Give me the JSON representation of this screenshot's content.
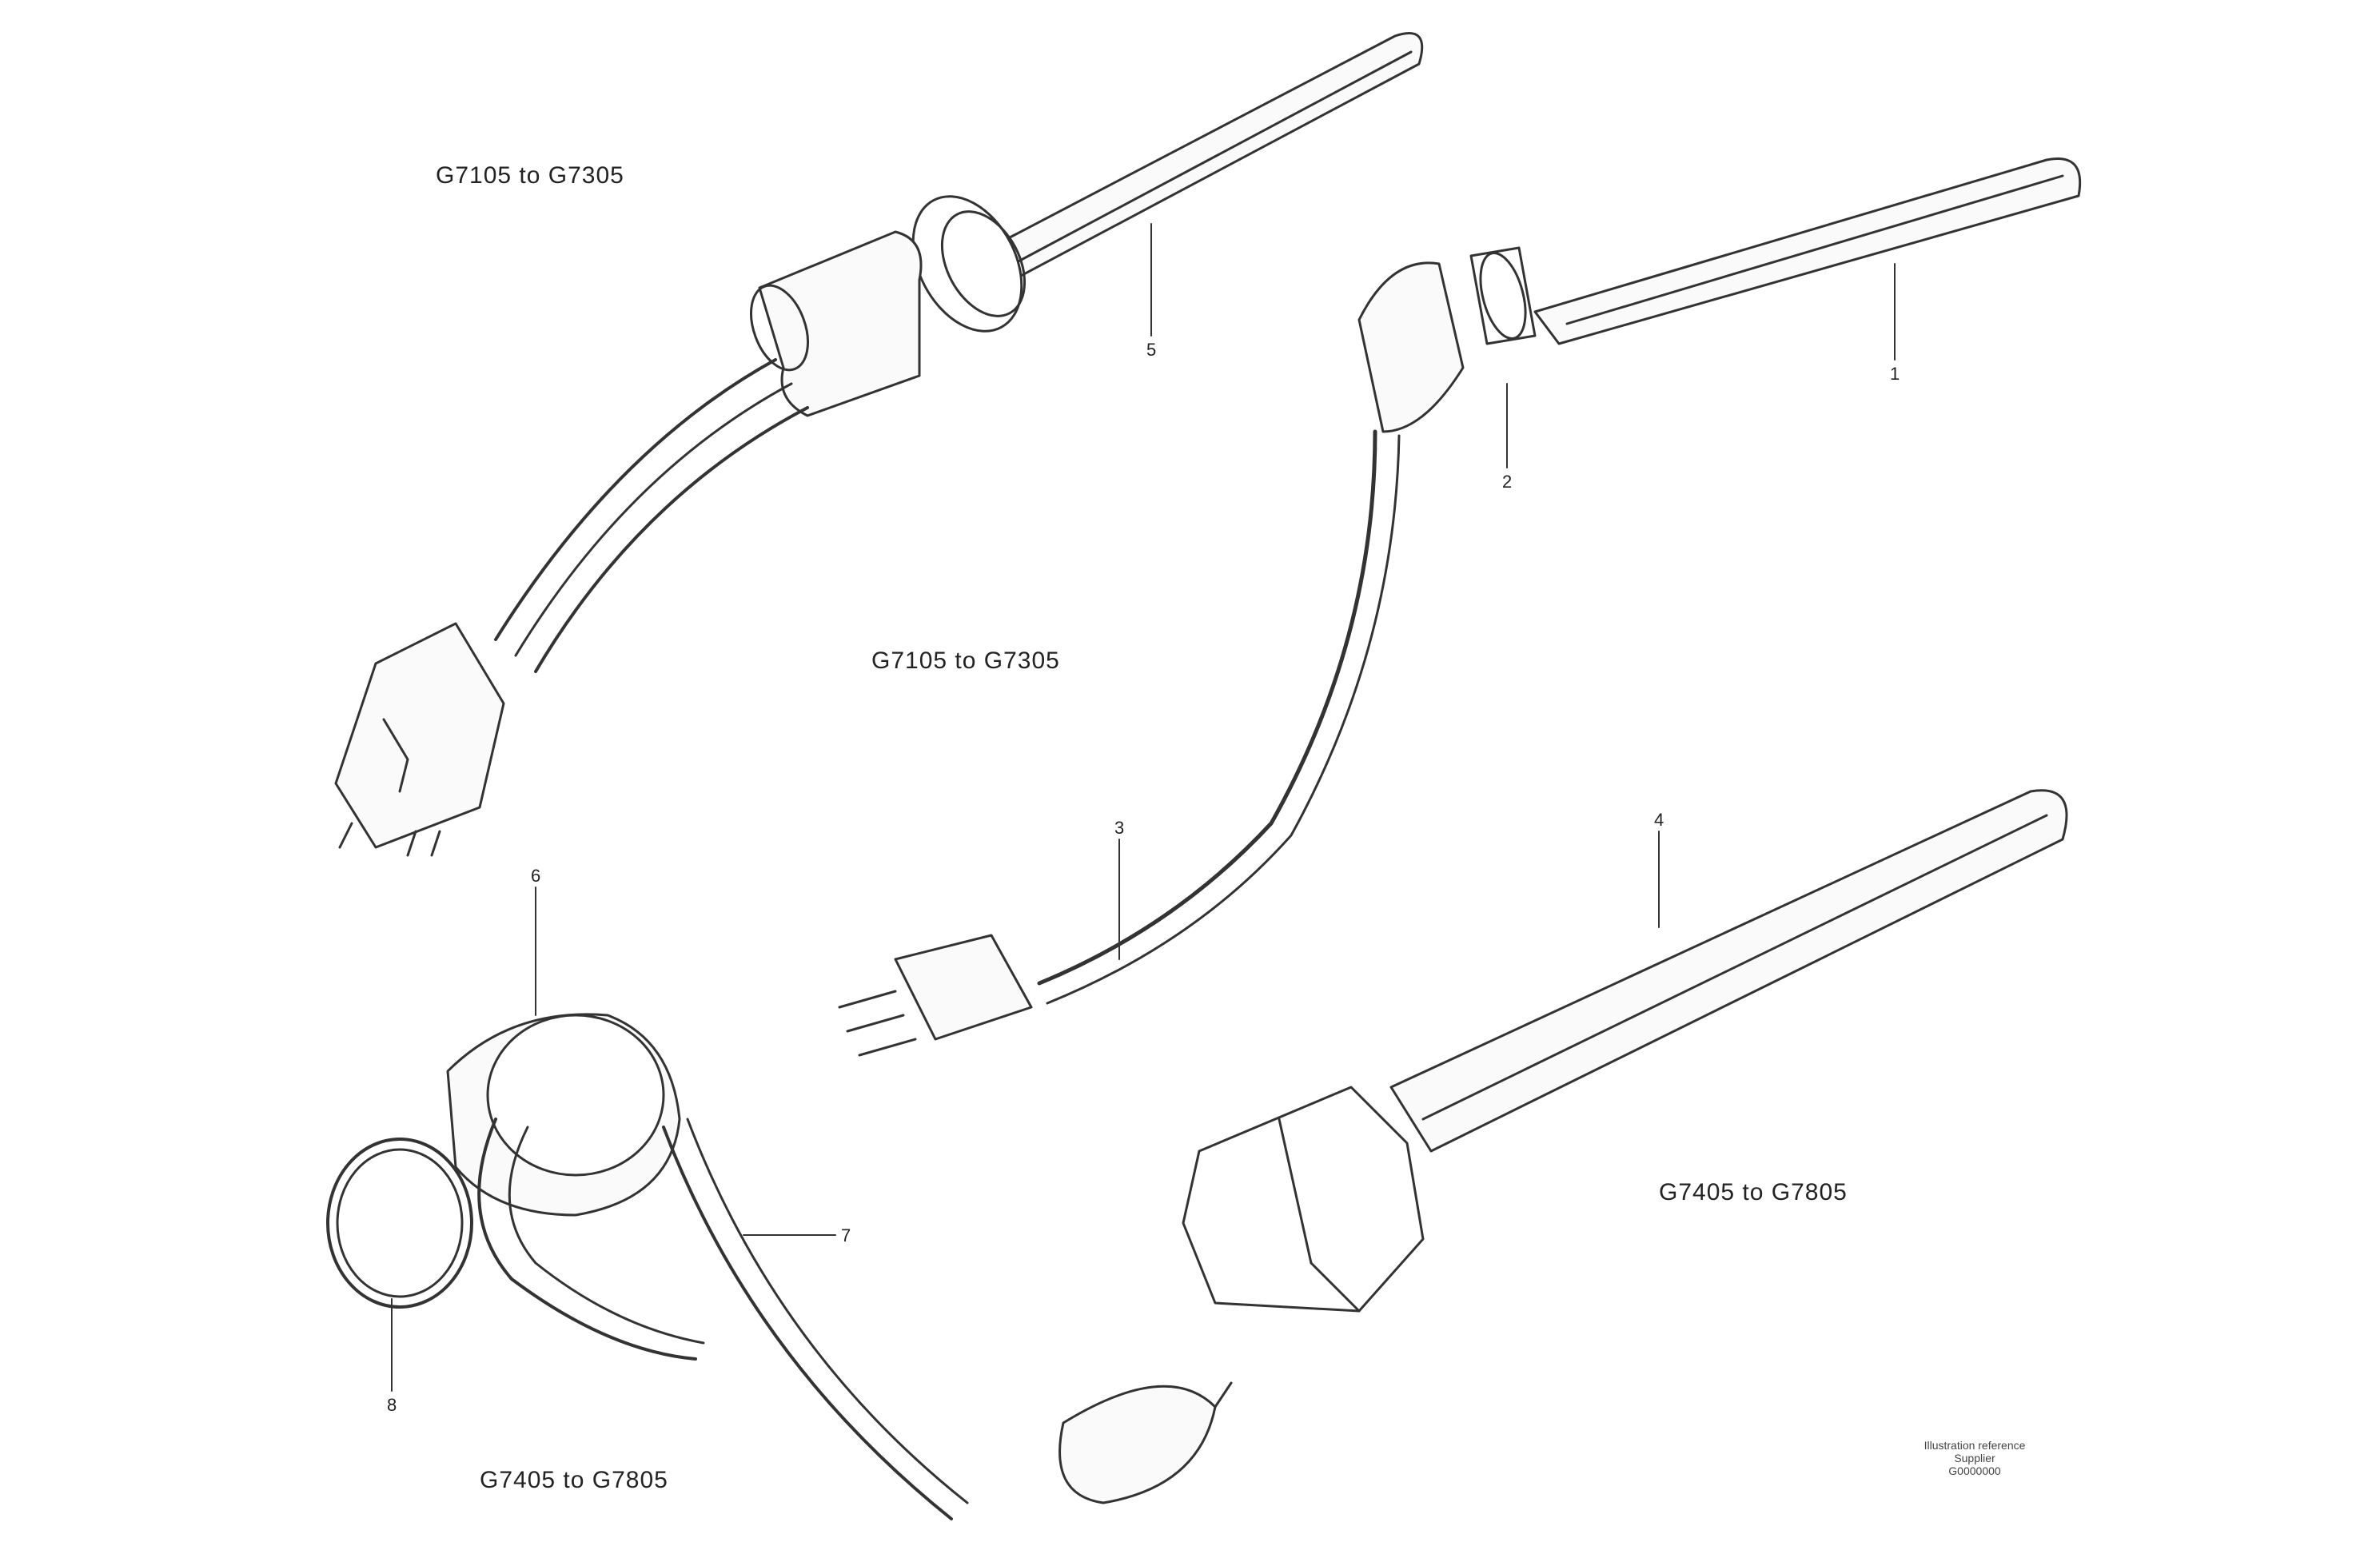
{
  "ranges": {
    "top_left": "G7105 to G7305",
    "center": "G7105 to G7305",
    "right": "G7405 to G7805",
    "bottom": "G7405 to G7805"
  },
  "callouts": [
    "5",
    "1",
    "2",
    "3",
    "4",
    "6",
    "7",
    "8"
  ],
  "footer": {
    "line1": "Illustration reference",
    "line2": "Supplier",
    "line3": "G0000000"
  }
}
